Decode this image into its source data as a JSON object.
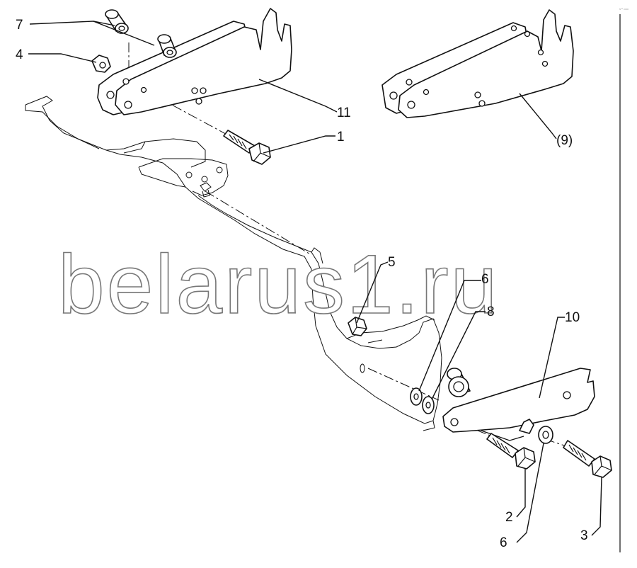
{
  "watermark": "belarus1.ru",
  "corner_mark": "s** ooo",
  "callouts": [
    {
      "id": "7",
      "text": "7"
    },
    {
      "id": "4",
      "text": "4"
    },
    {
      "id": "11",
      "text": "11"
    },
    {
      "id": "1",
      "text": "1"
    },
    {
      "id": "9",
      "text": "(9)"
    },
    {
      "id": "5",
      "text": "5"
    },
    {
      "id": "6a",
      "text": "6"
    },
    {
      "id": "8",
      "text": "8"
    },
    {
      "id": "10",
      "text": "10"
    },
    {
      "id": "2",
      "text": "2"
    },
    {
      "id": "6b",
      "text": "6"
    },
    {
      "id": "3",
      "text": "3"
    }
  ]
}
